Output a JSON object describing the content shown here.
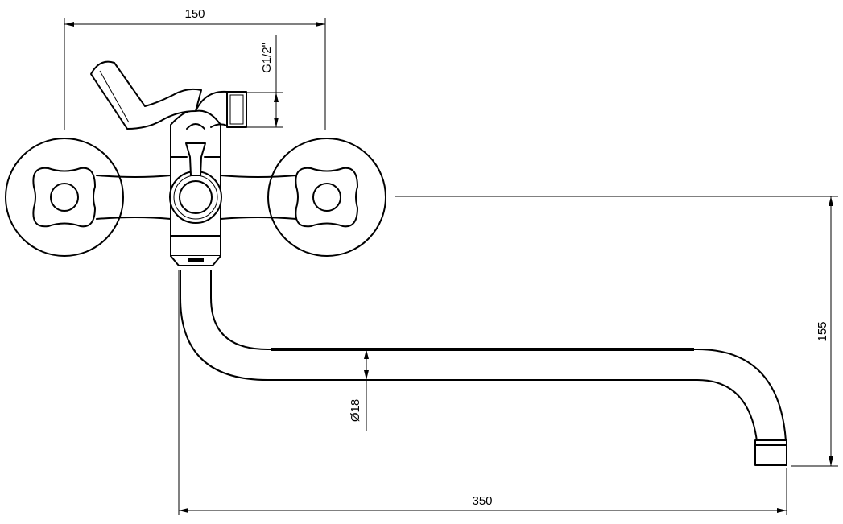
{
  "dimensions": {
    "top_width": "150",
    "thread": "G1/2\"",
    "height": "155",
    "diameter": "Ø18",
    "spout_length": "350"
  }
}
